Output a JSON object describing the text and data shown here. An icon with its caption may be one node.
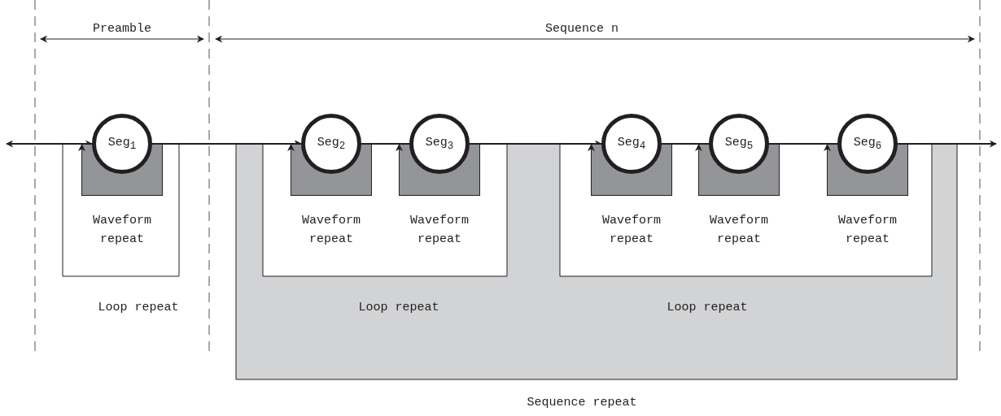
{
  "diagram": {
    "nodes": [
      {
        "text": [
          "Seg$_{1}$"
        ]
      },
      {
        "text": [
          "Waveform repeat"
        ]
      },
      {
        "text": [
          "Seg$_{2}$"
        ]
      },
      {
        "text": [
          "Waveform repeat"
        ]
      },
      {
        "text": [
          "Seg$_{3}$"
        ]
      },
      {
        "text": [
          "Waveform repeat"
        ]
      },
      {
        "text": [
          "Seg$_{4}$"
        ]
      },
      {
        "text": [
          "Waveform repeat"
        ]
      },
      {
        "text": [
          "Seg$_{5}$"
        ]
      },
      {
        "text": [
          "Waveform repeat"
        ]
      },
      {
        "text": [
          "Seg$_{6}$"
        ]
      },
      {
        "text": [
          "Waveform repeat"
        ]
      }
    ],
    "edges": [
      {
        "from": 0,
        "to": null,
        "arrow": "to"
      },
      {
        "from": 0,
        "to": 2,
        "arrow": "none"
      },
      {
        "from": 2,
        "to": 4,
        "arrow": "none"
      },
      {
        "from": 4,
        "to": 6,
        "arrow": "none"
      },
      {
        "from": 6,
        "to": 8,
        "arrow": "none"
      },
      {
        "from": 8,
        "to": 10,
        "arrow": "none"
      },
      {
        "from": 10,
        "to": null,
        "arrow": "to"
      },
      {
        "from": 0,
        "to": 0,
        "arrow": "to",
        "label": "Loop repeat"
      },
      {
        "from": 4,
        "to": 2,
        "arrow": "to",
        "label": "Loop repeat"
      },
      {
        "from": 10,
        "to": 6,
        "arrow": "to",
        "label": "Loop repeat"
      },
      {
        "from": 10,
        "to": 2,
        "arrow": "to",
        "label": "Sequence repeat"
      }
    ],
    "labels": [
      "Preamble",
      "Sequence n"
    ]
  }
}
